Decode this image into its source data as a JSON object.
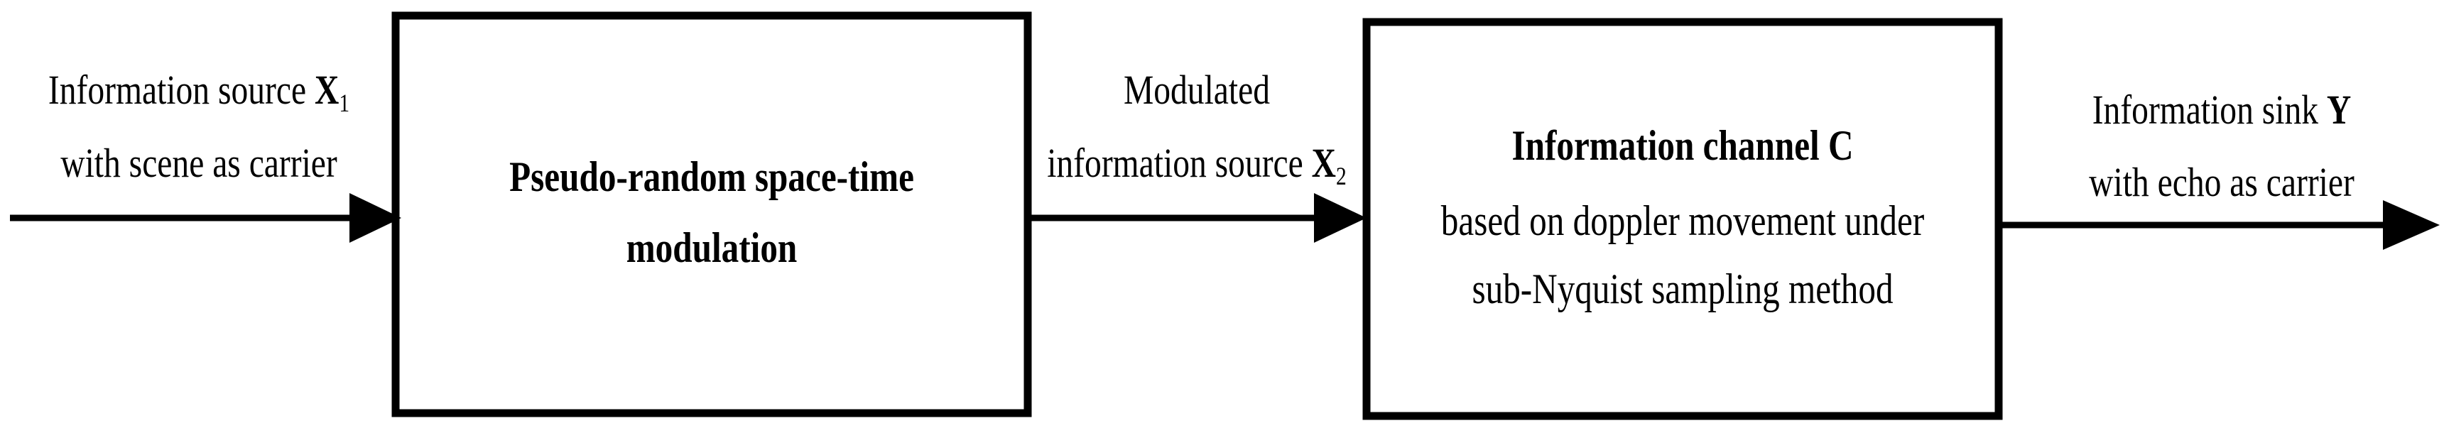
{
  "input": {
    "line1_text": "Information source ",
    "line1_symbol": "X",
    "line1_subscript": "1",
    "line2": "with scene as carrier"
  },
  "block1": {
    "line1": "Pseudo-random space-time",
    "line2": "modulation"
  },
  "middle": {
    "line1": "Modulated",
    "line2_text": "information source ",
    "line2_symbol": "X",
    "line2_subscript": "2"
  },
  "block2": {
    "title": "Information channel C",
    "line2": "based on doppler movement under",
    "line3": "sub-Nyquist sampling method"
  },
  "output": {
    "line1_text": "Information sink ",
    "line1_symbol": "Y",
    "line2": "with echo as carrier"
  },
  "colors": {
    "stroke": "#000000",
    "background": "#ffffff"
  }
}
